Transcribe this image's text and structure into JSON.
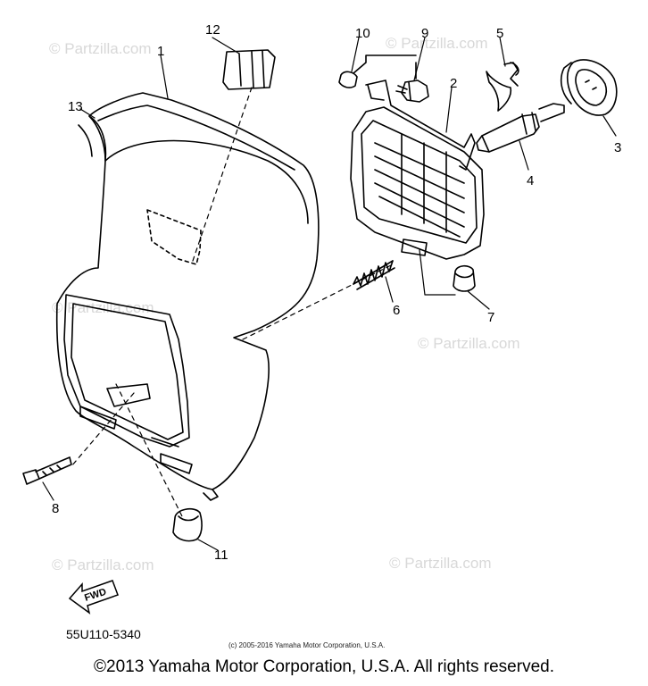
{
  "diagram": {
    "callouts": [
      "1",
      "2",
      "3",
      "4",
      "5",
      "6",
      "7",
      "8",
      "9",
      "10",
      "11",
      "12",
      "13"
    ],
    "watermark": "© Partzilla.com",
    "direction_arrow": "FWD",
    "part_code": "55U110-5340",
    "small_copyright": "(c) 2005-2016 Yamaha Motor Corporation, U.S.A.",
    "footer": "©2013 Yamaha Motor Corporation, U.S.A. All rights reserved."
  }
}
